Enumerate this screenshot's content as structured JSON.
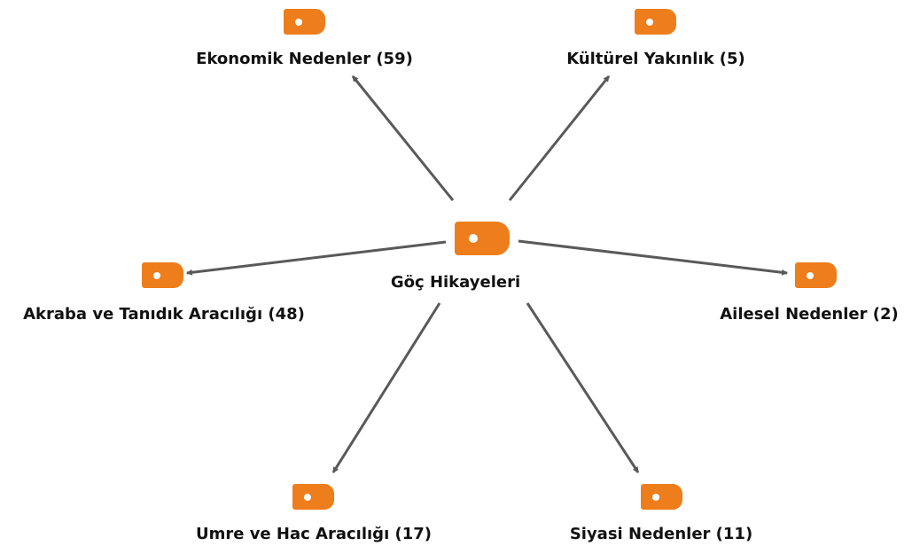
{
  "colors": {
    "accent": "#ee7d1b",
    "edge": "#595959",
    "text": "#111111"
  },
  "icons": {
    "code": "code-tag-icon"
  },
  "center": {
    "label": "Göç Hikayeleri"
  },
  "nodes": [
    {
      "id": "ekonomik",
      "label": "Ekonomik Nedenler (59)"
    },
    {
      "id": "kulturel",
      "label": "Kültürel Yakınlık (5)"
    },
    {
      "id": "akraba",
      "label": "Akraba ve Tanıdık Aracılığı  (48)"
    },
    {
      "id": "ailesel",
      "label": "Ailesel Nedenler (2)"
    },
    {
      "id": "umre",
      "label": "Umre ve Hac Aracılığı (17)"
    },
    {
      "id": "siyasi",
      "label": "Siyasi Nedenler  (11)"
    }
  ]
}
